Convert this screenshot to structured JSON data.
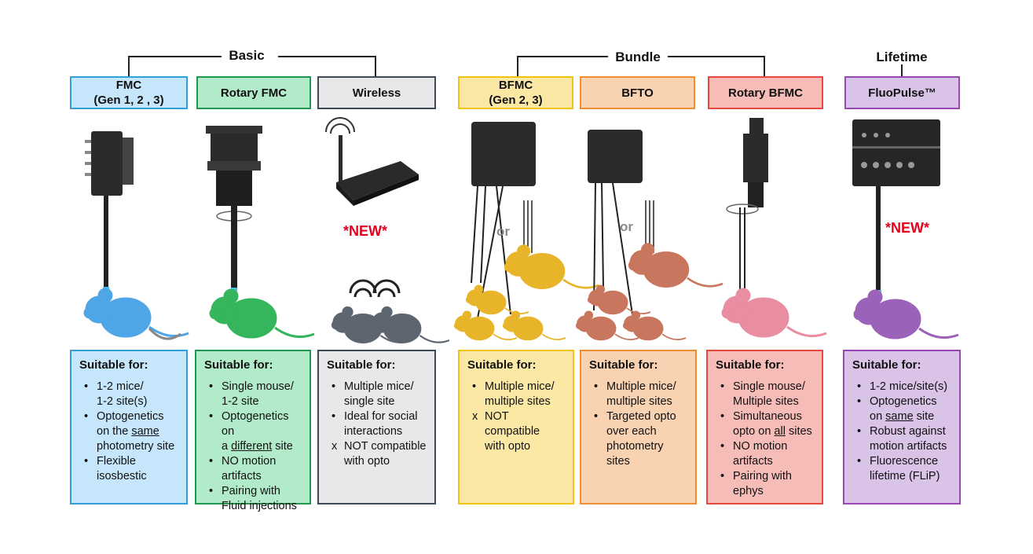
{
  "groups": [
    {
      "title": "Basic"
    },
    {
      "title": "Bundle"
    },
    {
      "title": "Lifetime"
    }
  ],
  "products": [
    {
      "name": "FMC\n(Gen 1, 2 , 3)",
      "color": "#33a0d9",
      "fill": "#c6e6fb"
    },
    {
      "name": "Rotary FMC",
      "color": "#1e9a4e",
      "fill": "#b2ebc9"
    },
    {
      "name": "Wireless",
      "color": "#3c4a5a",
      "fill": "#e8e8e8"
    },
    {
      "name": "BFMC\n(Gen 2, 3)",
      "color": "#f1c315",
      "fill": "#fbe8a5"
    },
    {
      "name": "BFTO",
      "color": "#ef8e35",
      "fill": "#f8d2b1"
    },
    {
      "name": "Rotary BFMC",
      "color": "#e5483d",
      "fill": "#f6bcb8"
    },
    {
      "name": "FluoPulse™",
      "color": "#9a47b6",
      "fill": "#d9c3e6"
    }
  ],
  "cards": [
    {
      "title": "Suitable for:",
      "items": [
        {
          "mark": "•",
          "text": "1-2 mice/\n1-2 site(s)"
        },
        {
          "mark": "•",
          "pre": "Optogenetics\non the ",
          "u": "same",
          "post": "\nphotometry site"
        },
        {
          "mark": "•",
          "text": "Flexible\nisosbestic"
        }
      ]
    },
    {
      "title": "Suitable for:",
      "items": [
        {
          "mark": "•",
          "text": "Single mouse/\n1-2 site"
        },
        {
          "mark": "•",
          "pre": "Optogenetics on\na ",
          "u": "different",
          "post": " site"
        },
        {
          "mark": "•",
          "text": "NO motion\nartifacts"
        },
        {
          "mark": "•",
          "text": "Pairing with\nFluid injections"
        }
      ]
    },
    {
      "title": "Suitable for:",
      "items": [
        {
          "mark": "•",
          "text": "Multiple mice/\nsingle site"
        },
        {
          "mark": "•",
          "text": "Ideal for social\ninteractions"
        },
        {
          "mark": "x",
          "text": "NOT compatible\nwith opto"
        }
      ]
    },
    {
      "title": "Suitable for:",
      "items": [
        {
          "mark": "•",
          "text": "Multiple mice/\nmultiple sites"
        },
        {
          "mark": "x",
          "text": "NOT compatible\nwith opto"
        }
      ]
    },
    {
      "title": "Suitable for:",
      "items": [
        {
          "mark": "•",
          "text": "Multiple mice/\nmultiple sites"
        },
        {
          "mark": "•",
          "text": "Targeted opto\nover each\nphotometry sites"
        }
      ]
    },
    {
      "title": "Suitable for:",
      "items": [
        {
          "mark": "•",
          "text": "Single mouse/\nMultiple sites"
        },
        {
          "mark": "•",
          "pre": "Simultaneous\nopto on ",
          "u": "all",
          "post": " sites"
        },
        {
          "mark": "•",
          "text": "NO motion\nartifacts"
        },
        {
          "mark": "•",
          "text": "Pairing with\nephys"
        }
      ]
    },
    {
      "title": "Suitable for:",
      "items": [
        {
          "mark": "•",
          "text": "1-2 mice/site(s)"
        },
        {
          "mark": "•",
          "pre": "Optogenetics\non ",
          "u": "same",
          "post": " site"
        },
        {
          "mark": "•",
          "text": "Robust against\nmotion artifacts"
        },
        {
          "mark": "•",
          "text": "Fluorescence\nlifetime (FLiP)"
        }
      ]
    }
  ],
  "badges": {
    "new_wireless": "*NEW*",
    "new_fluopulse": "*NEW*",
    "or_bfmc": "or",
    "or_bfto": "or"
  },
  "mouse_colors": {
    "fmc": "#4fa6e6",
    "rotary": "#35b55c",
    "wireless": "#5d6670",
    "bfmc": "#e8b52a",
    "bfto": "#c8765e",
    "rotary_bfmc": "#e98da0",
    "fluopulse": "#9a62b8"
  }
}
